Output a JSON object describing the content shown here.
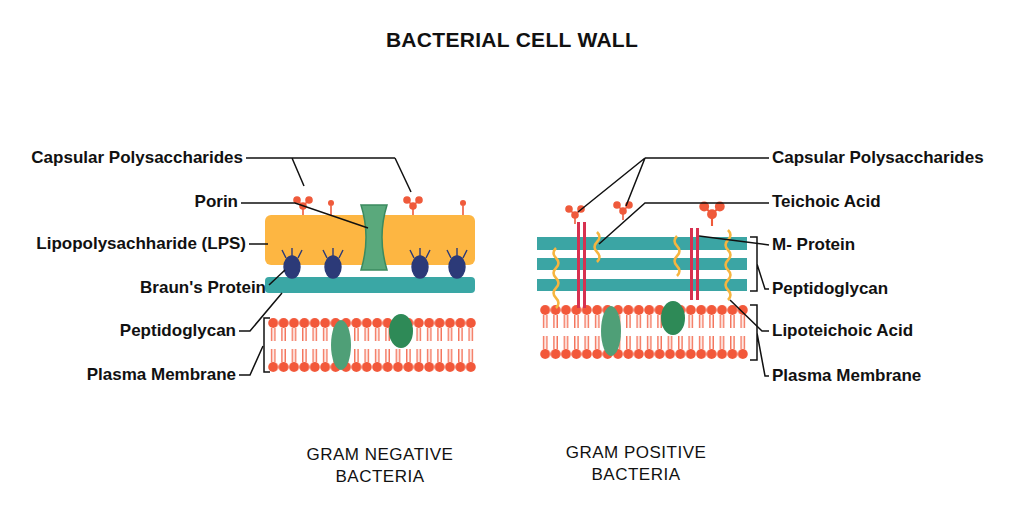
{
  "diagram": {
    "title": "BACTERIAL CELL WALL",
    "labels": [
      "Capsular Polysaccharides",
      "Porin",
      "Lipopolysachharide (LPS)",
      "Braun's Protein",
      "Peptidoglycan",
      "Plasma Membrane",
      "Capsular Polysaccharides",
      "Teichoic Acid",
      "M- Protein",
      "Peptidoglycan",
      "Lipoteichoic Acid",
      "Plasma Membrane",
      "GRAM NEGATIVE BACTERIA",
      "GRAM POSITIVE BACTERIA"
    ]
  }
}
